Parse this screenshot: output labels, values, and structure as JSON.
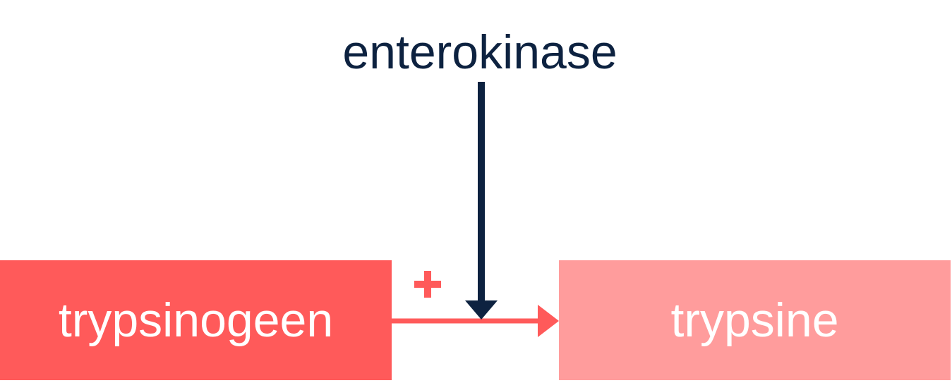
{
  "enzyme": {
    "label": "enterokinase"
  },
  "substrate": {
    "label": "trypsinogeen"
  },
  "product": {
    "label": "trypsine"
  },
  "activation_sign": "+",
  "colors": {
    "enzyme_text": "#0d2240",
    "enzyme_arrow": "#0d2240",
    "substrate_fill": "#ff5a5a",
    "product_fill": "#ff9c9c",
    "reaction_arrow": "#ff5a5a",
    "box_text": "#ffffff"
  }
}
